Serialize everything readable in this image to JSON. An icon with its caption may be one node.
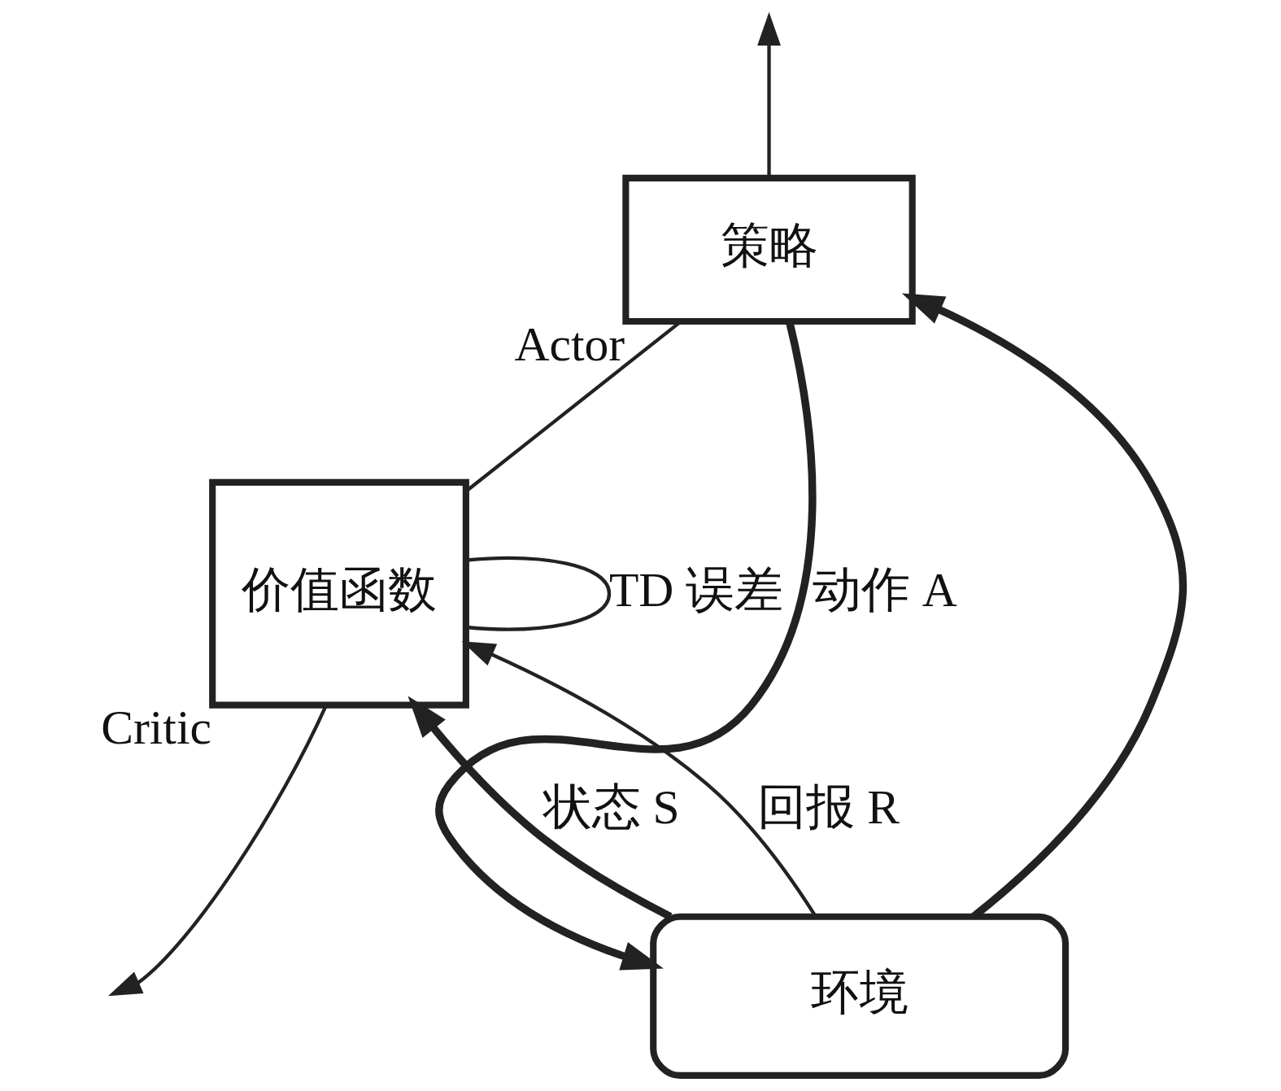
{
  "diagram": {
    "nodes": [
      {
        "text": [
          "策略"
        ],
        "beside": [
          "Actor"
        ]
      },
      {
        "text": [
          "价值函数"
        ],
        "beside": [
          "Critic"
        ]
      },
      {
        "text": [
          "环境"
        ]
      }
    ],
    "edges": [
      {
        "from": 2,
        "to": 1,
        "label": "状态 S",
        "arrow": "to",
        "style": "thick"
      },
      {
        "from": 2,
        "to": 0,
        "arrow": "to",
        "style": "thick"
      },
      {
        "from": 0,
        "to": 2,
        "label": "动作 A",
        "arrow": "to",
        "style": "thick"
      },
      {
        "from": 2,
        "to": 1,
        "label": "回报 R",
        "arrow": "to"
      },
      {
        "from": 1,
        "to": 1,
        "label": "TD 误差",
        "arrow": "none"
      },
      {
        "from": 1,
        "to": 0,
        "arrow": "none"
      },
      {
        "from": 0,
        "to": null,
        "arrow": "to"
      },
      {
        "from": 1,
        "to": null,
        "arrow": "to"
      }
    ]
  }
}
